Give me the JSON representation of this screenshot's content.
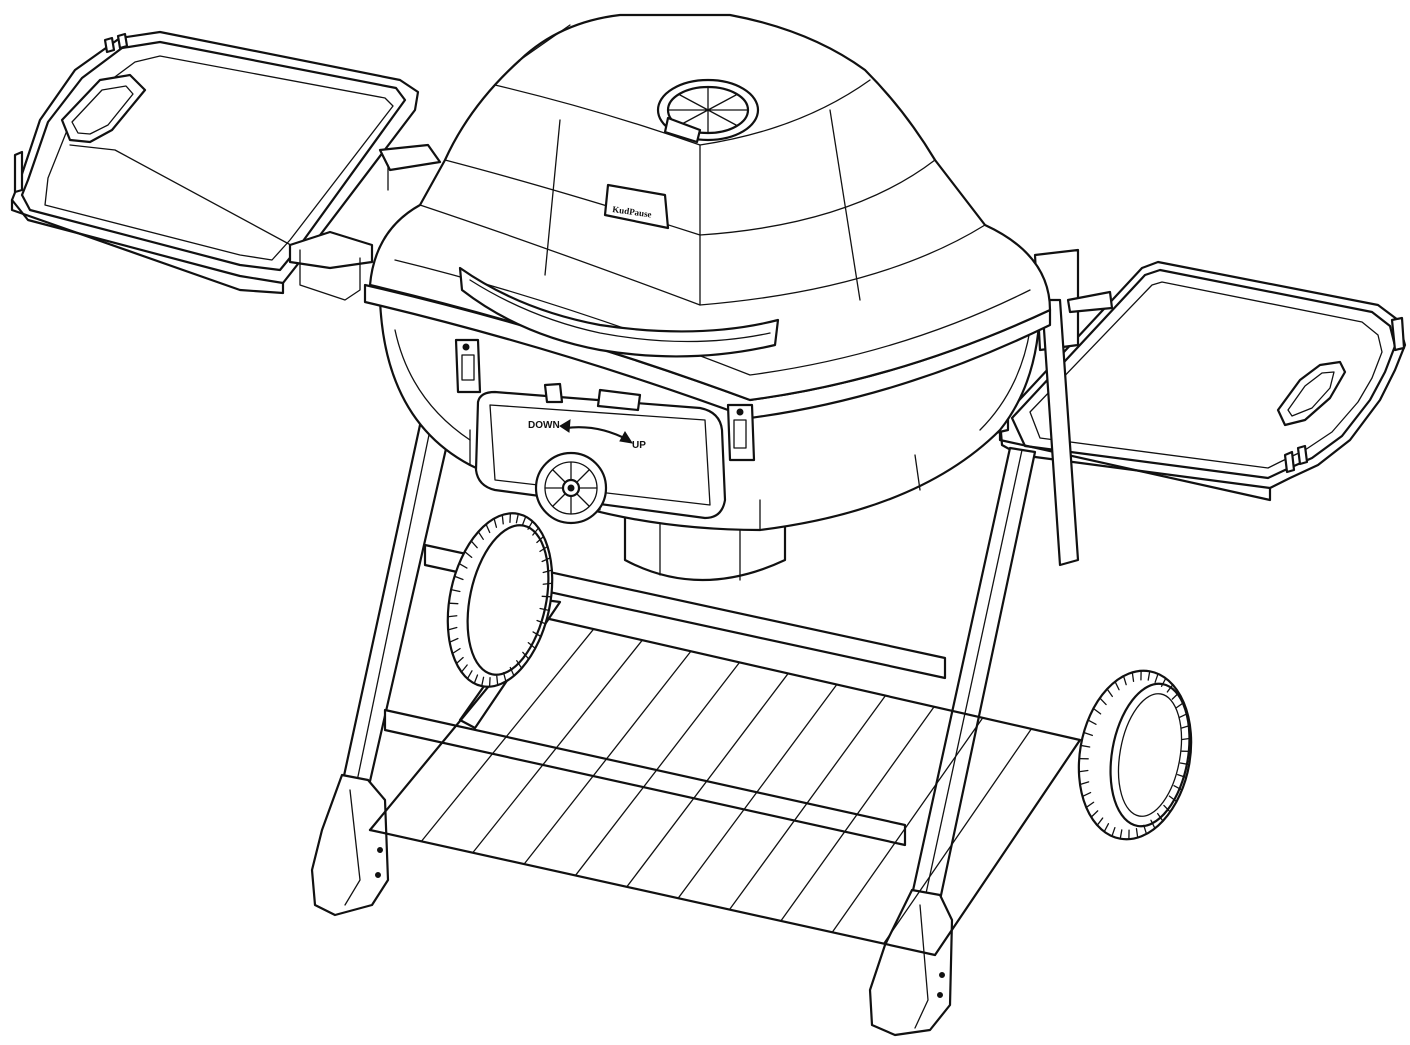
{
  "diagram": {
    "subject": "charcoal grill with side shelves",
    "adjuster_labels": {
      "down": "DOWN",
      "up": "UP"
    },
    "lid_badge": "KudPause",
    "colors": {
      "line": "#111111",
      "fill": "#ffffff"
    }
  }
}
